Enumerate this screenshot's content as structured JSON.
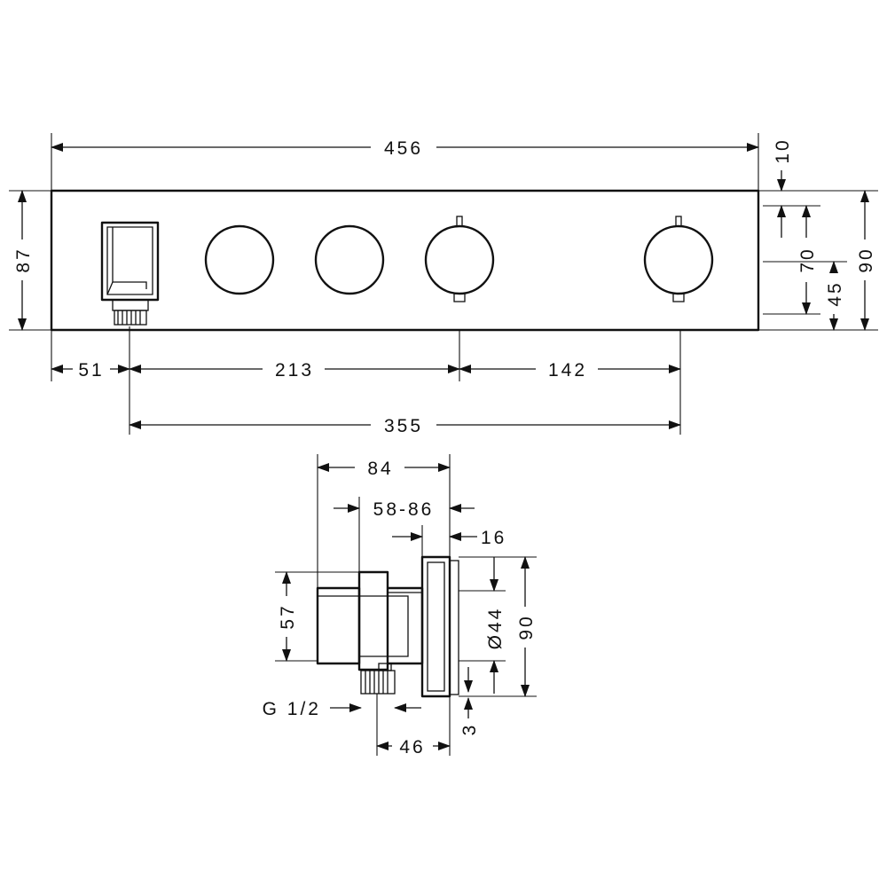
{
  "front_view": {
    "overall_width": "456",
    "top_offset": "10",
    "overall_height_left": "87",
    "overall_height_right": "90",
    "knob_span": "70",
    "knob_axis": "45",
    "outlet_offset": "51",
    "outlet_to_knob": "213",
    "knob_to_knob": "142",
    "outlet_to_last_knob": "355"
  },
  "side_view": {
    "overall_depth": "84",
    "install_depth": "58-86",
    "plate_thickness": "16",
    "outlet_height": "57",
    "knob_diameter": "Ø44",
    "plate_height": "90",
    "thread": "G 1/2",
    "thread_depth": "46",
    "bottom_gap": "3"
  }
}
